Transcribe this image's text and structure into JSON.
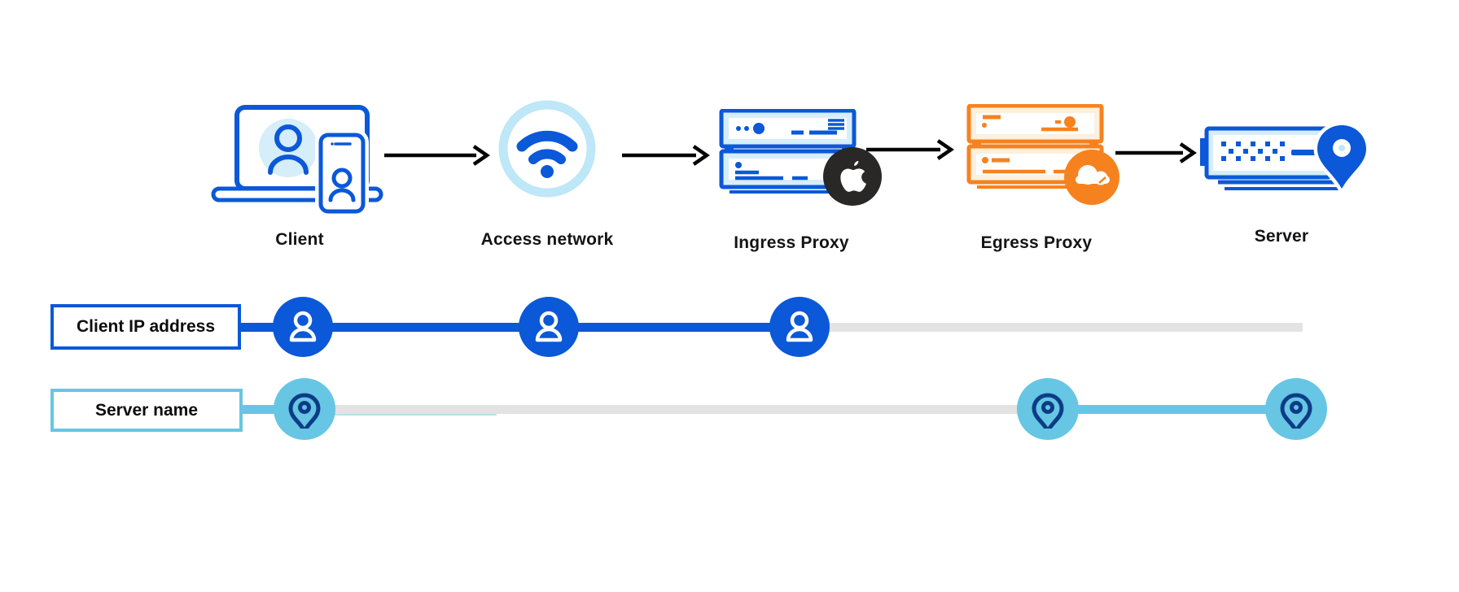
{
  "flow": {
    "nodes": [
      {
        "id": "client",
        "label": "Client",
        "icon": "laptop-user-icon"
      },
      {
        "id": "access-network",
        "label": "Access network",
        "icon": "wifi-icon"
      },
      {
        "id": "ingress-proxy",
        "label": "Ingress Proxy",
        "icon": "server-stack-icon",
        "badge": "apple-logo"
      },
      {
        "id": "egress-proxy",
        "label": "Egress Proxy",
        "icon": "server-stack-icon",
        "badge": "cloudflare-logo"
      },
      {
        "id": "server",
        "label": "Server",
        "icon": "server-location-icon"
      }
    ],
    "connector": "arrow-right-icon"
  },
  "timelines": [
    {
      "id": "client-ip",
      "label": "Client IP address",
      "marker_icon": "person-icon",
      "accent_color": "#0b58d8",
      "visible_span": [
        "Client",
        "Access network",
        "Ingress Proxy"
      ],
      "hidden_span": [
        "Ingress Proxy",
        "Server"
      ]
    },
    {
      "id": "server-name",
      "label": "Server name",
      "marker_icon": "location-pin-icon",
      "accent_color": "#66c6e3",
      "visible_span": [
        "Client",
        "Egress Proxy",
        "Server"
      ],
      "hidden_span": [
        "Client",
        "Egress Proxy"
      ]
    }
  ],
  "colors": {
    "primary_blue": "#0b58d8",
    "light_blue_fill": "#d6edfa",
    "ring_light_blue": "#bee7f8",
    "teal": "#66c6e3",
    "navy_pin": "#0d3c86",
    "orange": "#f6821f",
    "light_orange_fill": "#fdf0dd",
    "inactive_gray": "#e3e3e3",
    "arrow_black": "#050505",
    "badge_black": "#2a2827"
  }
}
